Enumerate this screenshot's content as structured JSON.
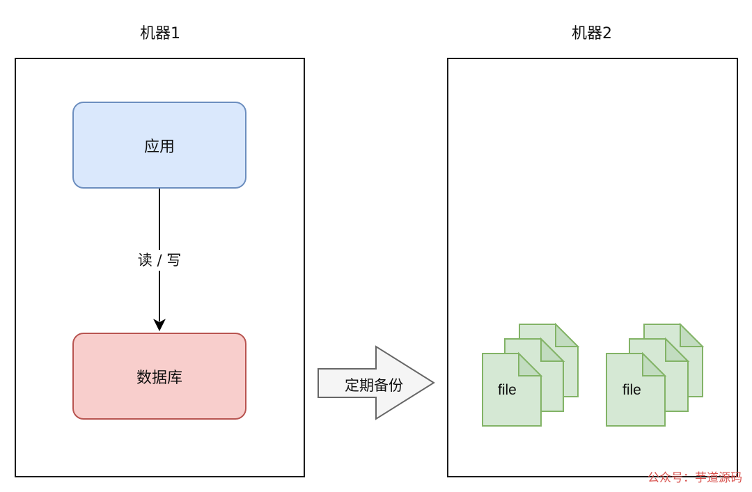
{
  "machines": [
    {
      "title": "机器1"
    },
    {
      "title": "机器2"
    }
  ],
  "nodes": {
    "app": "应用",
    "database": "数据库"
  },
  "edge": {
    "label": "读 / 写"
  },
  "backup": {
    "label": "定期备份"
  },
  "files": {
    "label": "file"
  },
  "watermark": "公众号：芋道源码",
  "colors": {
    "app_fill": "#dae8fc",
    "app_stroke": "#6c8ebf",
    "db_fill": "#f8cecc",
    "db_stroke": "#b85450",
    "file_fill": "#d5e8d4",
    "file_stroke": "#82b366",
    "arrow_fill": "#f5f5f5",
    "arrow_stroke": "#666666",
    "watermark": "#d9534f"
  }
}
